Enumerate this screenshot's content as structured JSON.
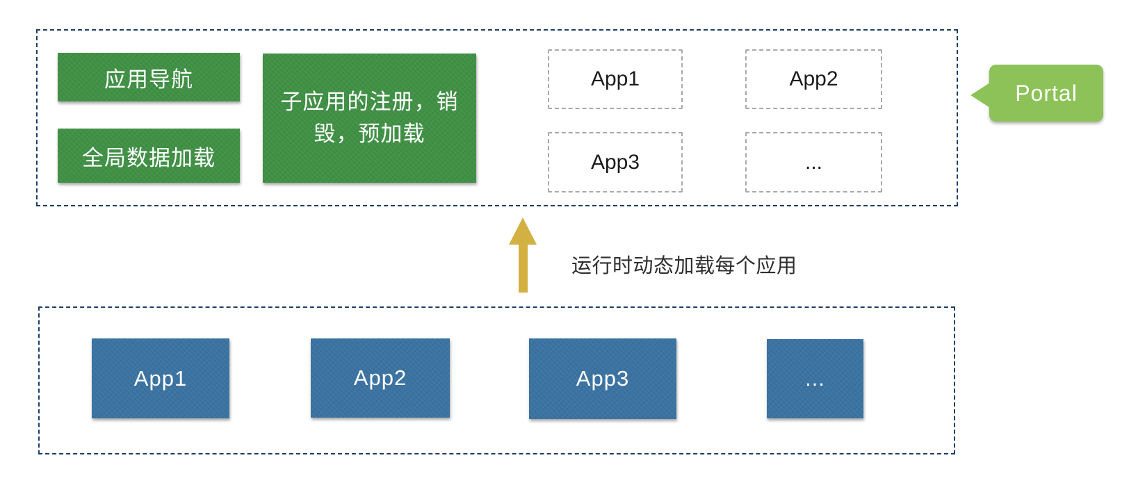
{
  "colors": {
    "container_dash": "#1e3d66",
    "feature_green": "#3f9044",
    "portal_green": "#8cc257",
    "app_blue": "#3a72a1",
    "arrow_gold": "#d3b042",
    "slot_dash": "#a9a9a9",
    "slot_text": "#1c1c1c",
    "box_text": "#ffffff",
    "annotation_text": "#2f2f2f"
  },
  "portal_layer": {
    "features": [
      {
        "label": "应用导航"
      },
      {
        "label": "全局数据加载"
      },
      {
        "label": "子应用的注册，销毁，预加载"
      }
    ],
    "app_slots": [
      {
        "label": "App1"
      },
      {
        "label": "App2"
      },
      {
        "label": "App3"
      },
      {
        "label": "..."
      }
    ]
  },
  "callout": {
    "label": "Portal"
  },
  "annotation": {
    "label": "运行时动态加载每个应用"
  },
  "apps_layer": {
    "apps": [
      {
        "label": "App1"
      },
      {
        "label": "App2"
      },
      {
        "label": "App3"
      },
      {
        "label": "..."
      }
    ]
  }
}
